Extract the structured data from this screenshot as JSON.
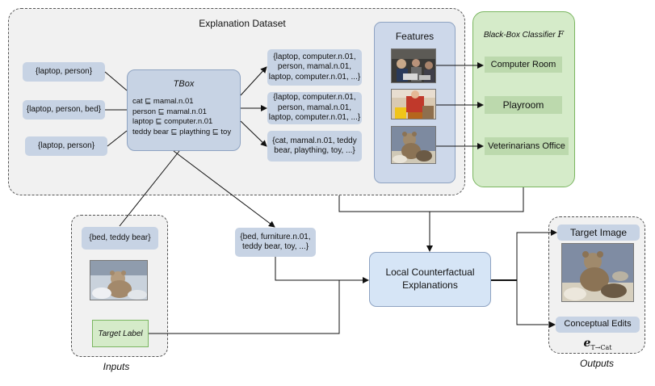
{
  "explanation_dataset": {
    "title": "Explanation Dataset",
    "left_sets": [
      "{laptop, person}",
      "{laptop, person, bed}",
      "{laptop, person}"
    ],
    "tbox": {
      "title": "TBox",
      "lines": [
        "cat ⊑ mamal.n.01",
        "person ⊑ mamal.n.01",
        "laptop ⊑ computer.n.01",
        "teddy bear ⊑ plaything ⊑ toy"
      ]
    },
    "right_sets": [
      [
        "{laptop, computer.n.01,",
        "person,  mamal.n.01,",
        "laptop, computer.n.01, ...}"
      ],
      [
        "{laptop, computer.n.01,",
        "person,  mamal.n.01,",
        "laptop, computer.n.01, ...}"
      ],
      [
        "{cat,  mamal.n.01, teddy",
        "bear,  plaything, toy, ...}"
      ]
    ],
    "features_title": "Features"
  },
  "classifier": {
    "title": "Black-Box Classifier",
    "symbol": "F",
    "labels": [
      "Computer Room",
      "Playroom",
      "Veterinarians Office"
    ]
  },
  "inputs": {
    "set_label": "{bed, teddy bear}",
    "target_label": "Target Label",
    "caption": "Inputs"
  },
  "middle_set": [
    "{bed, furniture.n.01,",
    "teddy bear, toy, ...}"
  ],
  "lce": [
    "Local Counterfactual",
    "Explanations"
  ],
  "outputs": {
    "target_image": "Target Image",
    "conceptual_edits": "Conceptual Edits",
    "formula_e": "e",
    "formula_sub": "T→Cat",
    "caption": "Outputs"
  },
  "colors": {
    "pill": "#c7d3e4",
    "classifier_fill": "#d5ebc9",
    "classifier_border": "#7bb661",
    "lce_fill": "#d6e5f6",
    "features_fill": "#cdd8ea",
    "panel_fill": "#f1f1f1"
  }
}
